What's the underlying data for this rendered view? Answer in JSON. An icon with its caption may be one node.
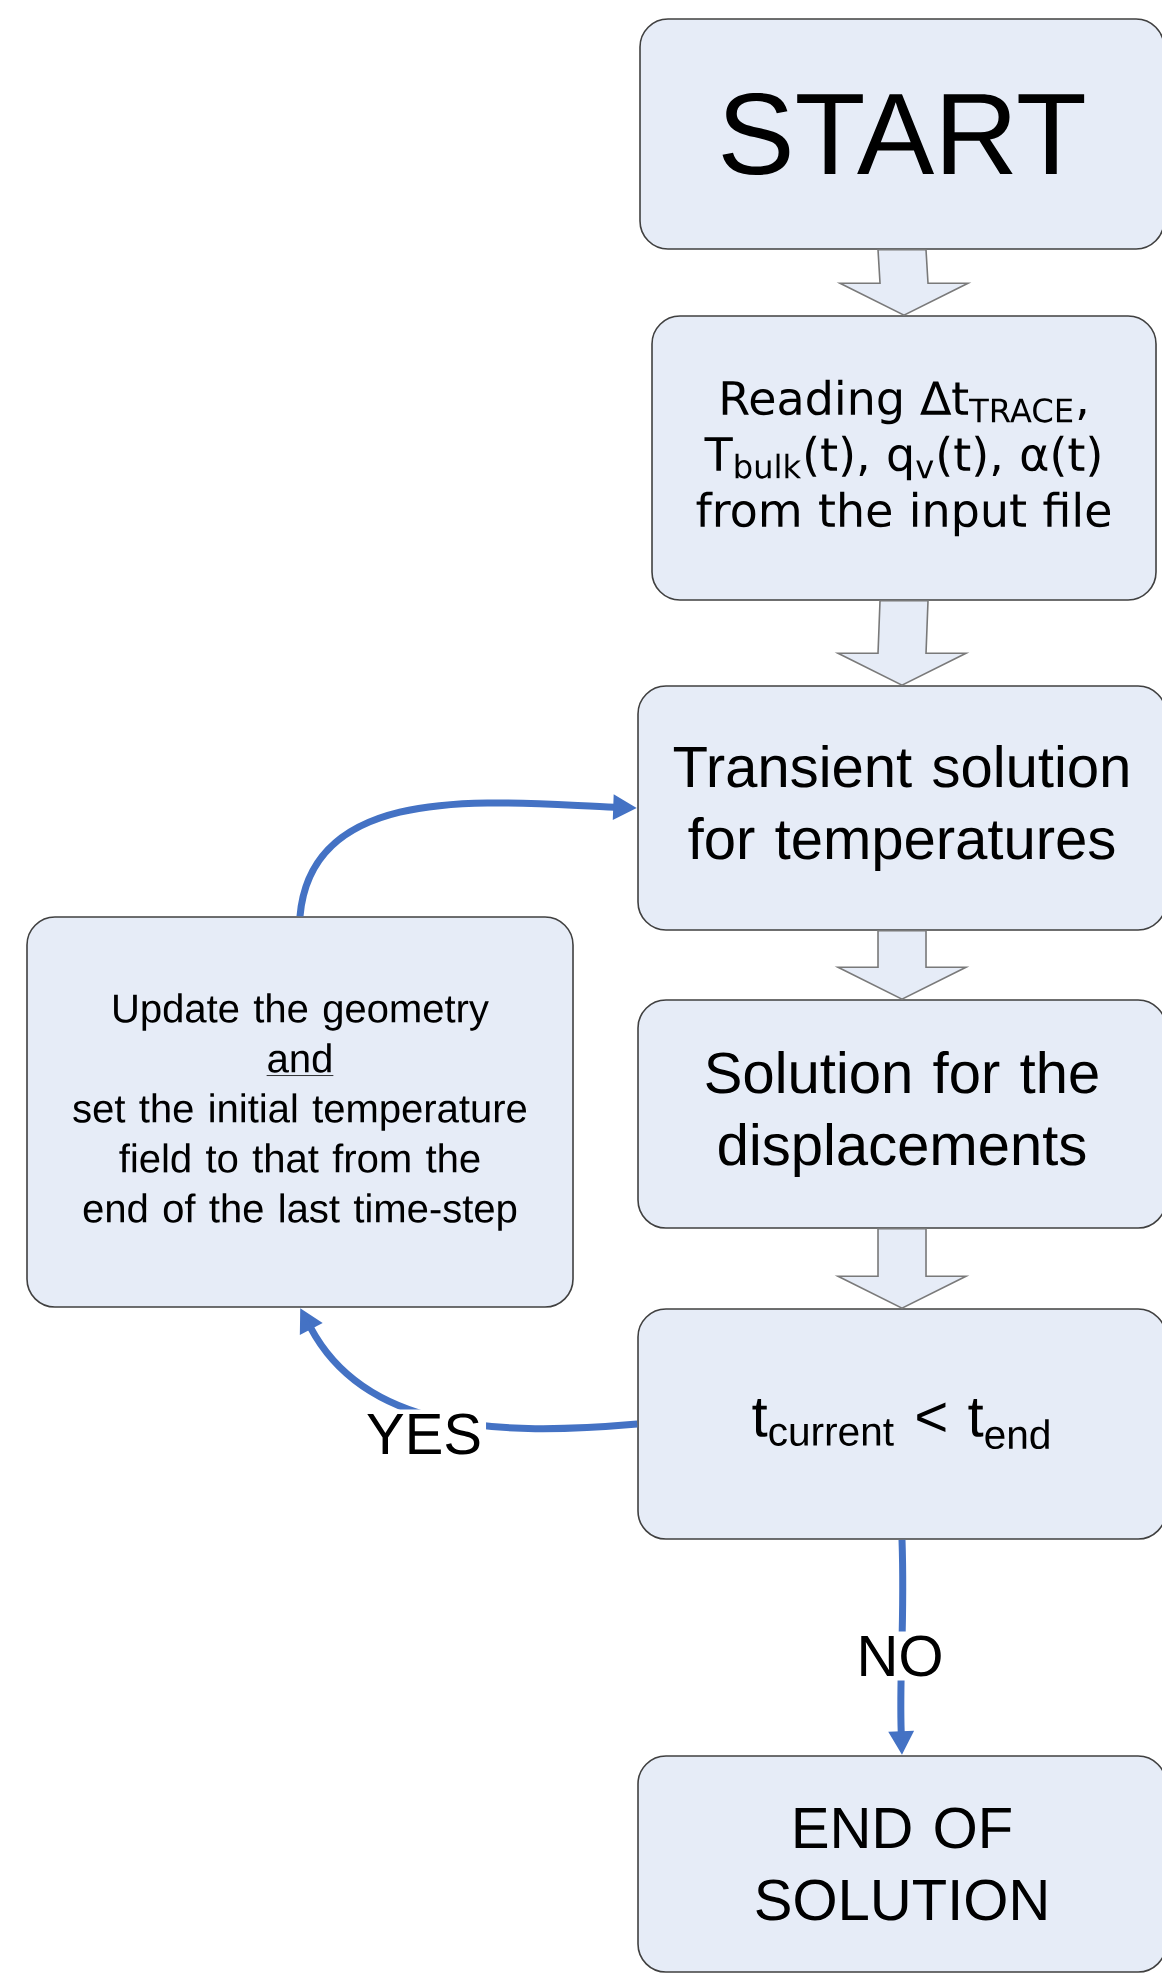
{
  "diagram": {
    "nodes": [
      {
        "text": [
          "START"
        ]
      },
      {
        "text": [
          "Reading ∆t$_{TRACE}$, T$_{bulk}$(t), q$_{v}$(t), α(t) from the input file"
        ]
      },
      {
        "text": [
          "Transient solution for temperatures"
        ]
      },
      {
        "text": [
          "Solution for the displacements"
        ]
      },
      {
        "text": [
          "t$_{current}$ < t$_{end}$"
        ]
      },
      {
        "text": [
          "END OF SOLUTION"
        ]
      },
      {
        "text": [
          "Update the geometry",
          "and",
          "set the initial temperature field to that from the end of the last time-step"
        ]
      }
    ],
    "edges": [
      {
        "from": 0,
        "to": 1,
        "arrow": "to"
      },
      {
        "from": 1,
        "to": 2,
        "arrow": "to"
      },
      {
        "from": 2,
        "to": 3,
        "arrow": "to"
      },
      {
        "from": 3,
        "to": 4,
        "arrow": "to"
      },
      {
        "from": 4,
        "to": 6,
        "arrow": "to",
        "label": "YES",
        "color": "#4472c4"
      },
      {
        "from": 6,
        "to": 2,
        "arrow": "to",
        "color": "#4472c4"
      },
      {
        "from": 4,
        "to": 5,
        "arrow": "to",
        "label": "NO",
        "color": "#4472c4"
      }
    ]
  }
}
